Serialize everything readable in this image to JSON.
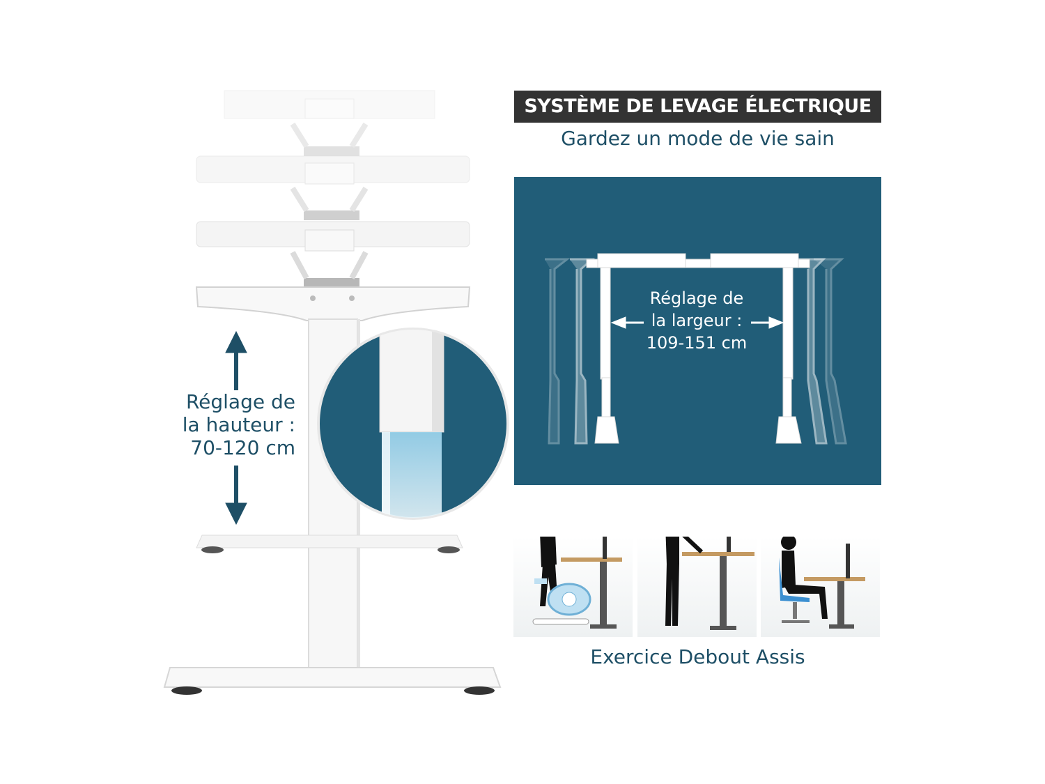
{
  "header": {
    "title": "SYSTÈME DE LEVAGE ÉLECTRIQUE",
    "subtitle": "Gardez un mode de vie sain"
  },
  "height_adjust": {
    "lines": [
      "Réglage de",
      "la hauteur :",
      "70-120 cm"
    ]
  },
  "width_adjust": {
    "lines": [
      "Réglage de",
      "la largeur :",
      "109-151 cm"
    ]
  },
  "modes": {
    "caption": "Exercice Debout Assis"
  },
  "colors": {
    "accent_dark": "#1e4f66",
    "panel_blue": "#215d78",
    "banner_bg": "#333333",
    "frame_white": "#ffffff"
  },
  "icons": [
    "up-arrow-icon",
    "down-arrow-icon",
    "left-arrow-icon",
    "right-arrow-icon"
  ]
}
